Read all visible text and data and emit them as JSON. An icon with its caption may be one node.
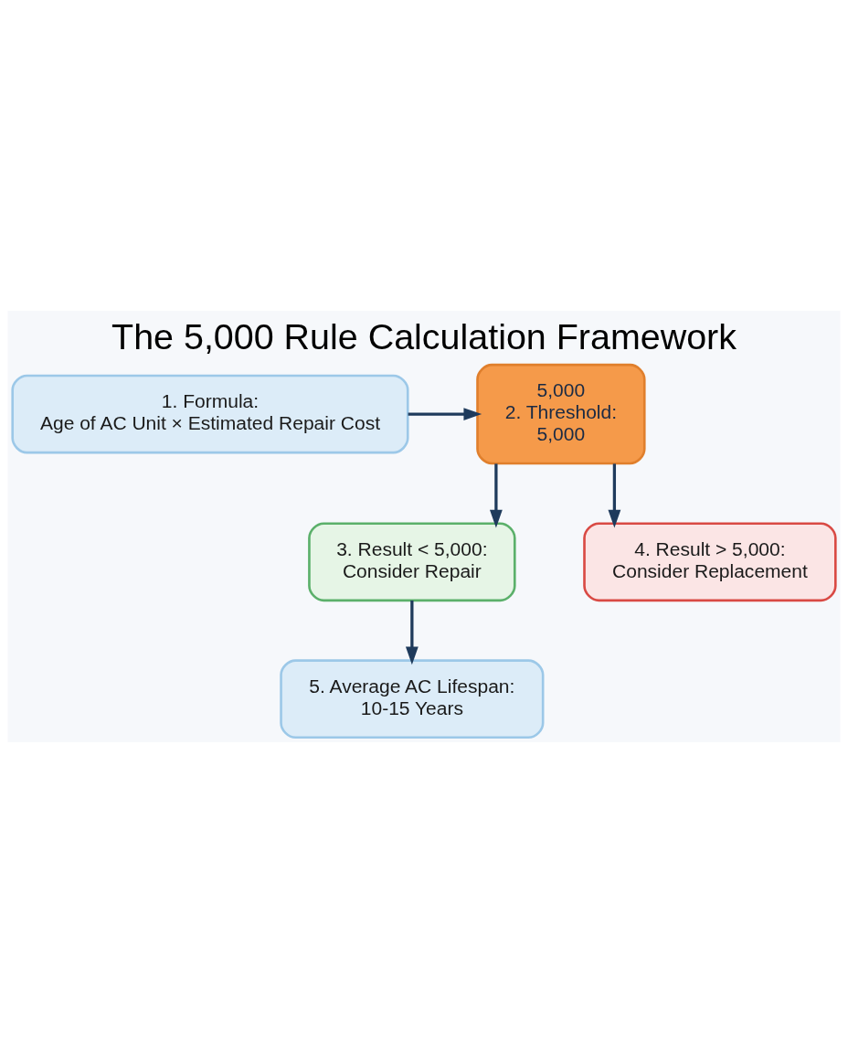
{
  "diagram": {
    "title": "The 5,000 Rule Calculation Framework",
    "nodes": [
      {
        "text": [
          "1. Formula:",
          "Age of AC Unit × Estimated Repair Cost"
        ]
      },
      {
        "text": [
          "5,000",
          "2. Threshold:",
          "5,000"
        ]
      },
      {
        "text": [
          "3. Result < 5,000:",
          "Consider Repair"
        ]
      },
      {
        "text": [
          "4. Result > 5,000:",
          "Consider Replacement"
        ]
      },
      {
        "text": [
          "5. Average AC Lifespan:",
          "10-15 Years"
        ]
      }
    ],
    "edges": [
      {
        "from": 0,
        "to": 1,
        "arrow": "to"
      },
      {
        "from": 1,
        "to": 2,
        "arrow": "to"
      },
      {
        "from": 1,
        "to": 3,
        "arrow": "to"
      },
      {
        "from": 2,
        "to": 4,
        "arrow": "to"
      }
    ]
  }
}
